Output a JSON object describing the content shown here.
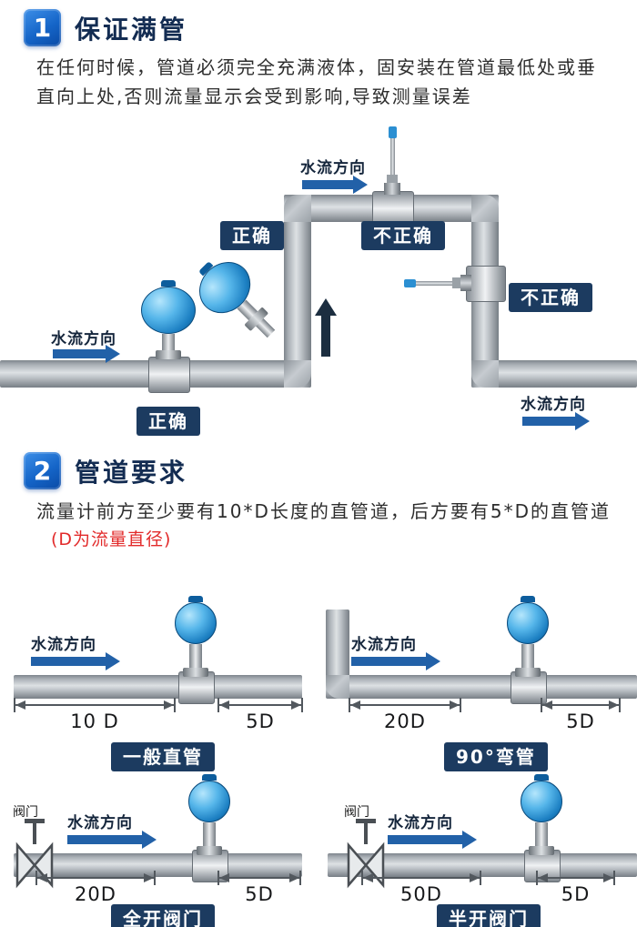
{
  "colors": {
    "accent_blue": "#1565c8",
    "badge_navy": "#1c3b60",
    "arrow_blue": "#2261a8",
    "note_red": "#e22a2a",
    "flowmeter_blue": "#1c7fc2",
    "pipe_gray": "#a9afb5"
  },
  "section1": {
    "number": "1",
    "title": "保证满管",
    "desc1": "在任何时候，管道必须完全充满液体，固安装在管道最低处或垂",
    "desc2": "直向上处,否则流量显示会受到影响,导致测量误差",
    "flow_label_top": "水流方向",
    "flow_label_left": "水流方向",
    "flow_label_right": "水流方向",
    "correct_label_1": "正确",
    "correct_label_2": "正确",
    "incorrect_label_1": "不正确",
    "incorrect_label_2": "不正确"
  },
  "section2": {
    "number": "2",
    "title": "管道要求",
    "desc": "流量计前方至少要有10*D长度的直管道，后方要有5*D的直管道",
    "note": "(D为流量直径)",
    "diagrams": [
      {
        "flow": "水流方向",
        "dim_front": "10 D",
        "dim_back": "5D",
        "caption": "一般直管"
      },
      {
        "flow": "水流方向",
        "dim_front": "20D",
        "dim_back": "5D",
        "caption": "90°弯管"
      },
      {
        "flow": "水流方向",
        "valve": "阀门",
        "dim_front": "20D",
        "dim_back": "5D",
        "caption": "全开阀门"
      },
      {
        "flow": "水流方向",
        "valve": "阀门",
        "dim_front": "50D",
        "dim_back": "5D",
        "caption": "半开阀门"
      }
    ]
  }
}
